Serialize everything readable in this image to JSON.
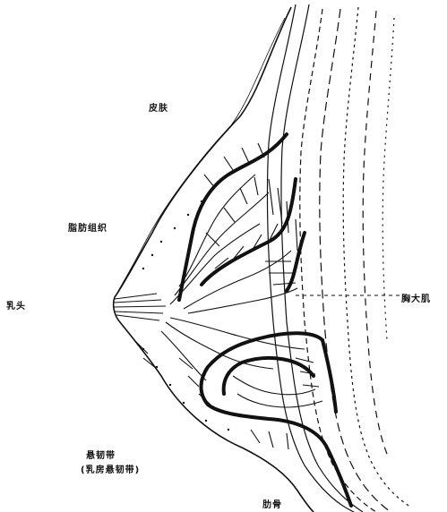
{
  "labels": {
    "top": "皮肤",
    "fat": "脂肪组织",
    "nipple": "乳头",
    "muscle": "胸大肌",
    "ligament_line1": "悬韧带",
    "ligament_line2": "(乳房悬韧带)",
    "rib": "肋骨"
  }
}
